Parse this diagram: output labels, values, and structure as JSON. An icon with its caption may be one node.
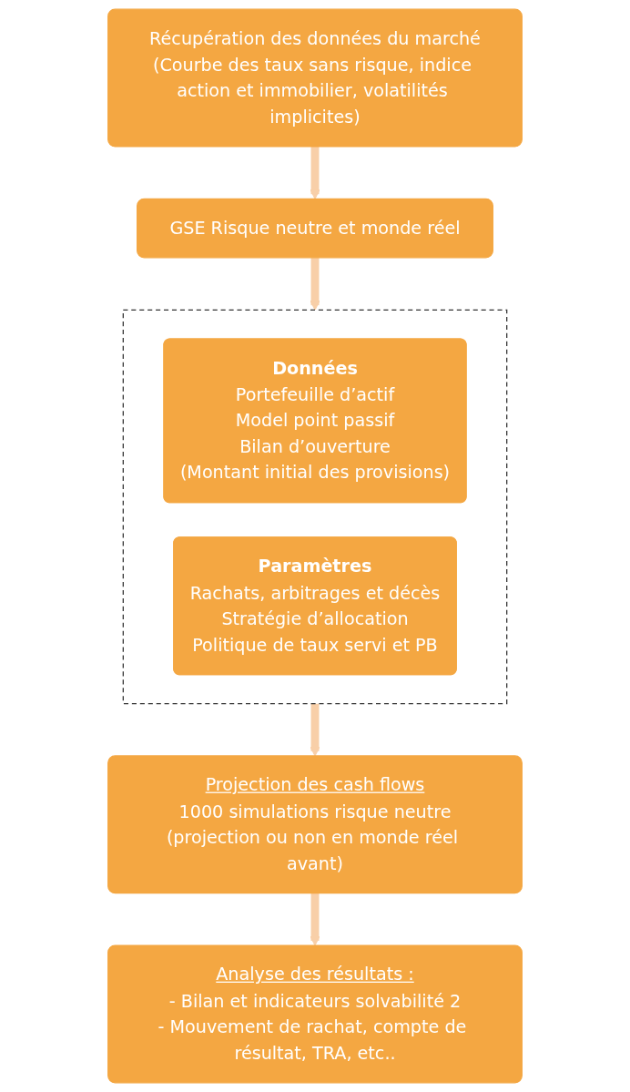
{
  "diagram": {
    "nodes": [
      {
        "text": [
          "Récupération des données du marché",
          "(Courbe des taux sans risque, indice action et immobilier, volatilités implicites)"
        ]
      },
      {
        "text": [
          "GSE Risque neutre et monde réel"
        ]
      },
      {
        "text": [],
        "shape": "box"
      },
      {
        "text": [
          "Données",
          "Portefeuille d’actif",
          "Model point passif",
          "Bilan d’ouverture",
          "(Montant initial des provisions)"
        ],
        "in": 2
      },
      {
        "text": [
          "Paramètres",
          "Rachats, arbitrages et décès",
          "Stratégie d’allocation",
          "Politique de taux servi et PB"
        ],
        "in": 2
      },
      {
        "text": [
          "Projection des cash flows",
          "1000 simulations risque neutre",
          "(projection ou non en monde réel avant)"
        ]
      },
      {
        "text": [
          "Analyse des résultats :",
          "- Bilan et indicateurs solvabilité 2",
          "- Mouvement de rachat, compte de résultat, TRA, etc.."
        ]
      }
    ],
    "edges": [
      {
        "from": 0,
        "to": 1,
        "arrow": "to"
      },
      {
        "from": 1,
        "to": 2,
        "arrow": "to"
      },
      {
        "from": 2,
        "to": 5,
        "arrow": "to"
      },
      {
        "from": 5,
        "to": 6,
        "arrow": "to"
      }
    ]
  }
}
